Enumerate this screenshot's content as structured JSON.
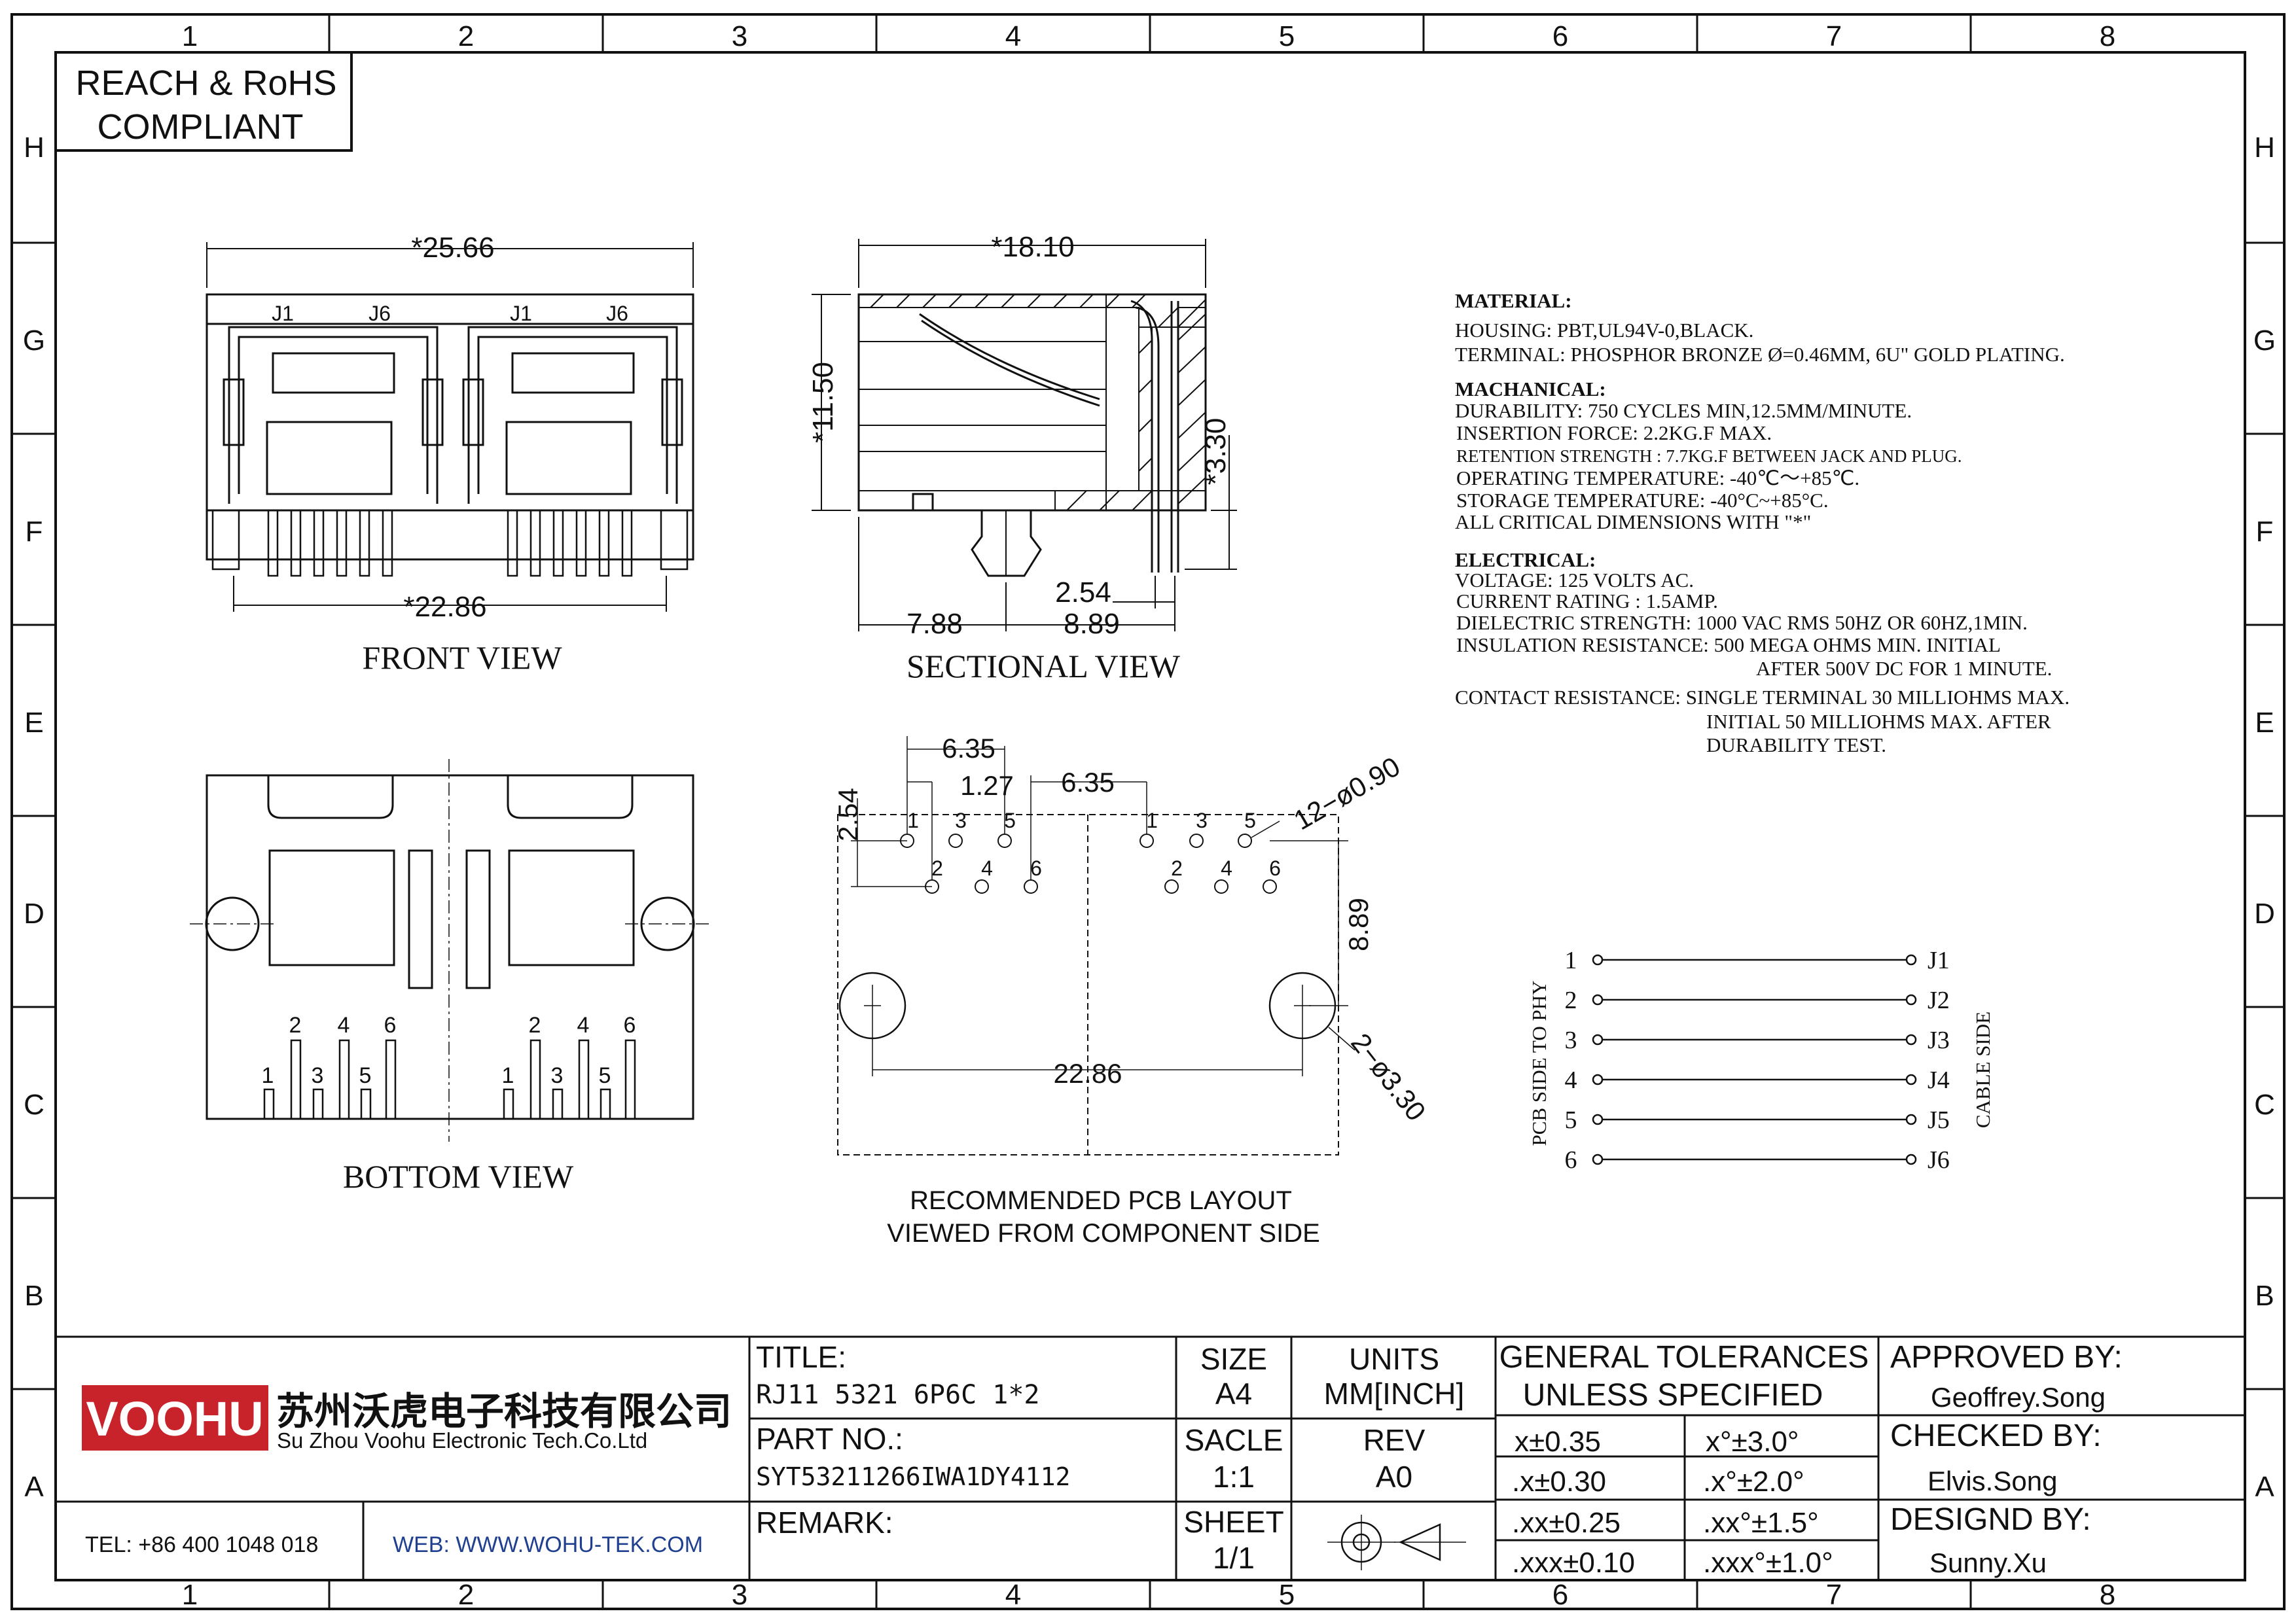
{
  "frame": {
    "columns": [
      "1",
      "2",
      "3",
      "4",
      "5",
      "6",
      "7",
      "8"
    ],
    "rows": [
      "H",
      "G",
      "F",
      "E",
      "D",
      "C",
      "B",
      "A"
    ]
  },
  "compliance": {
    "line1": "REACH & RoHS",
    "line2": "COMPLIANT"
  },
  "views": {
    "front": {
      "title": "FRONT VIEW",
      "width_dim": "*25.66",
      "pitch_dim": "*22.86",
      "pin_labels": [
        "J1",
        "J6",
        "J1",
        "J6"
      ]
    },
    "sectional": {
      "title": "SECTIONAL VIEW",
      "depth_dim": "*18.10",
      "height_dim": "*11.50",
      "standoff_dim": "*3.30",
      "dim_254": "2.54",
      "dim_788": "7.88",
      "dim_889": "8.89"
    },
    "bottom": {
      "title": "BOTTOM VIEW",
      "pin_numbers": [
        "1",
        "2",
        "3",
        "4",
        "5",
        "6"
      ]
    },
    "pcb": {
      "title_line1": "RECOMMENDED PCB LAYOUT",
      "title_line2": "VIEWED FROM COMPONENT SIDE",
      "dim_635_a": "6.35",
      "dim_127": "1.27",
      "dim_635_b": "6.35",
      "dim_254": "2.54",
      "hole_small": "12−ø0.90",
      "dim_889": "8.89",
      "dim_2286": "22.86",
      "hole_big": "2−ø3.30",
      "pin_numbers": [
        "1",
        "2",
        "3",
        "4",
        "5",
        "6"
      ]
    }
  },
  "specs": {
    "material": {
      "heading": "MATERIAL:",
      "lines": [
        "HOUSING: PBT,UL94V-0,BLACK.",
        "TERMINAL: PHOSPHOR BRONZE Ø=0.46MM, 6U\" GOLD PLATING."
      ]
    },
    "mechanical": {
      "heading": "MACHANICAL:",
      "lines": [
        "DURABILITY: 750 CYCLES MIN,12.5MM/MINUTE.",
        "INSERTION FORCE: 2.2KG.F MAX.",
        "RETENTION STRENGTH : 7.7KG.F BETWEEN JACK AND PLUG.",
        "OPERATING TEMPERATURE: -40℃～+85℃.",
        "STORAGE TEMPERATURE: -40°C~+85°C.",
        "ALL CRITICAL DIMENSIONS WITH \"*\""
      ]
    },
    "electrical": {
      "heading": "ELECTRICAL:",
      "lines": [
        "VOLTAGE: 125 VOLTS AC.",
        "CURRENT RATING : 1.5AMP.",
        "DIELECTRIC STRENGTH: 1000 VAC RMS 50HZ OR 60HZ,1MIN.",
        "INSULATION RESISTANCE: 500 MEGA OHMS MIN. INITIAL",
        "AFTER 500V DC FOR 1 MINUTE.",
        "CONTACT RESISTANCE: SINGLE TERMINAL 30 MILLIOHMS MAX.",
        "INITIAL 50 MILLIOHMS MAX. AFTER",
        "DURABILITY TEST."
      ]
    }
  },
  "wiring": {
    "left_label": "PCB SIDE TO PHY",
    "right_label": "CABLE SIDE",
    "left_pins": [
      "1",
      "2",
      "3",
      "4",
      "5",
      "6"
    ],
    "right_pins": [
      "J1",
      "J2",
      "J3",
      "J4",
      "J5",
      "J6"
    ]
  },
  "title_block": {
    "company_logo": "VOOHU",
    "company_cn": "苏州沃虎电子科技有限公司",
    "company_en": "Su Zhou Voohu Electronic Tech.Co.Ltd",
    "tel": "TEL: +86 400 1048 018",
    "web": "WEB: WWW.WOHU-TEK.COM",
    "title_label": "TITLE:",
    "title_value": "RJ11 5321 6P6C 1*2",
    "part_label": "PART NO.:",
    "part_value": "SYT53211266IWA1DY4112",
    "remark_label": "REMARK:",
    "size_label": "SIZE",
    "size_value": "A4",
    "units_label": "UNITS",
    "units_value": "MM[INCH]",
    "scale_label": "SACLE",
    "scale_value": "1:1",
    "rev_label": "REV",
    "rev_value": "A0",
    "sheet_label": "SHEET",
    "sheet_value": "1/1",
    "tol_heading_1": "GENERAL TOLERANCES",
    "tol_heading_2": "UNLESS SPECIFIED",
    "tolerances": [
      [
        "x±0.35",
        "x°±3.0°"
      ],
      [
        ".x±0.30",
        ".x°±2.0°"
      ],
      [
        ".xx±0.25",
        ".xx°±1.5°"
      ],
      [
        ".xxx±0.10",
        ".xxx°±1.0°"
      ]
    ],
    "approved_label": "APPROVED BY:",
    "approved_value": "Geoffrey.Song",
    "checked_label": "CHECKED BY:",
    "checked_value": "Elvis.Song",
    "designed_label": "DESIGND BY:",
    "designed_value": "Sunny.Xu"
  },
  "colors": {
    "logo_red": "#c8222a",
    "web_blue": "#1f3f8f",
    "line": "#111111"
  }
}
